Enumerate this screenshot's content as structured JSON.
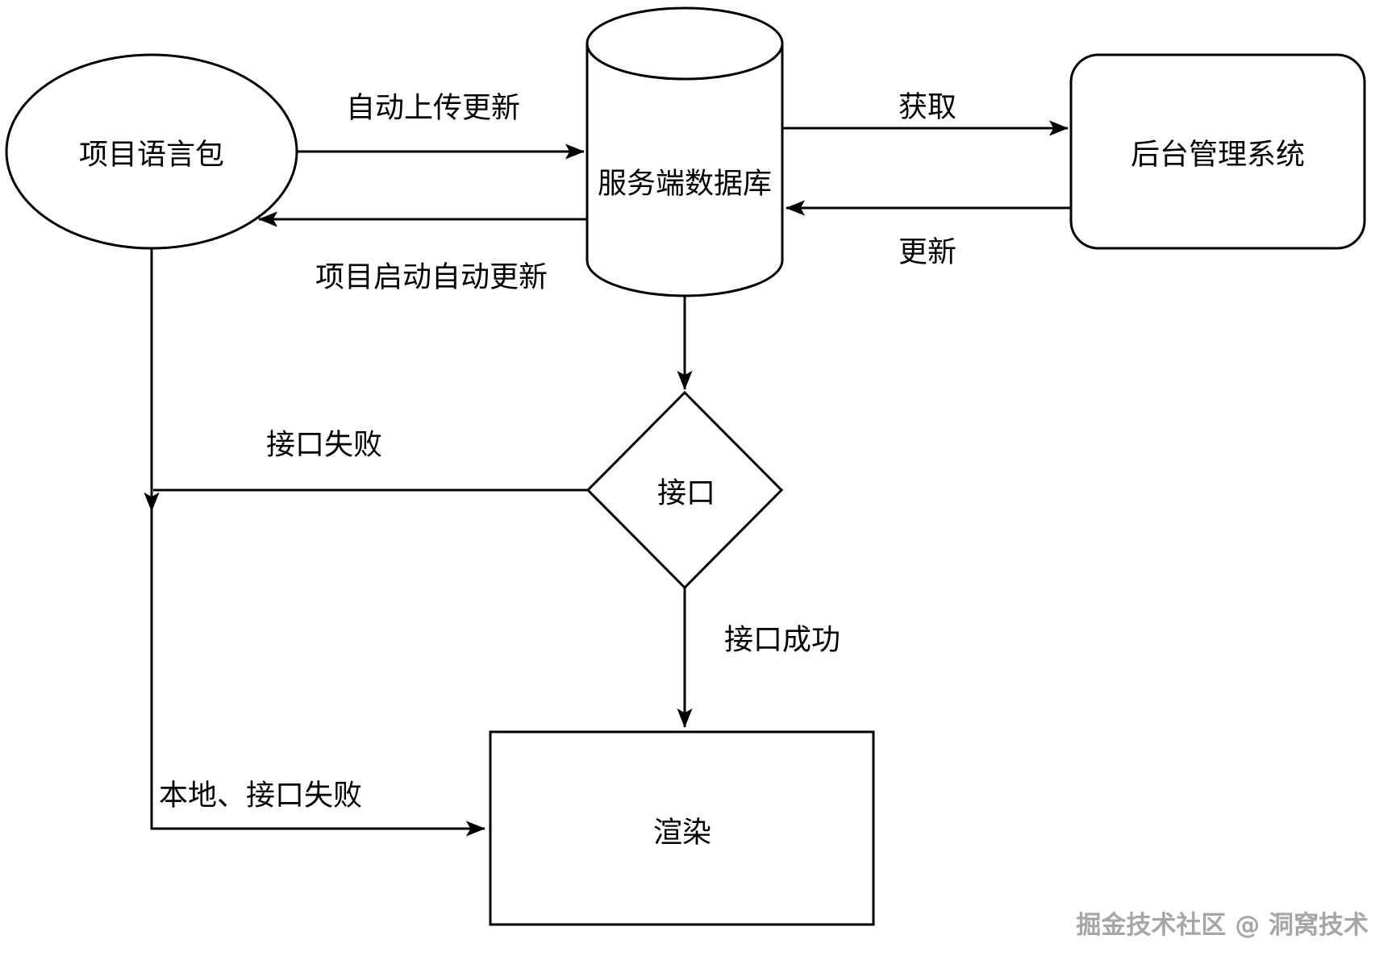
{
  "diagram": {
    "nodes": {
      "language_pack": "项目语言包",
      "server_db": "服务端数据库",
      "admin_system": "后台管理系统",
      "api": "接口",
      "render": "渲染"
    },
    "edges": {
      "auto_upload": "自动上传更新",
      "startup_auto_update": "项目启动自动更新",
      "fetch": "获取",
      "update": "更新",
      "api_fail": "接口失败",
      "api_success": "接口成功",
      "local_api_fail": "本地、接口失败"
    },
    "colors": {
      "stroke": "#000000",
      "background": "#ffffff",
      "watermark": "#a6a6a6"
    }
  },
  "watermark": {
    "text": "掘金技术社区 @ 洞窝技术"
  }
}
